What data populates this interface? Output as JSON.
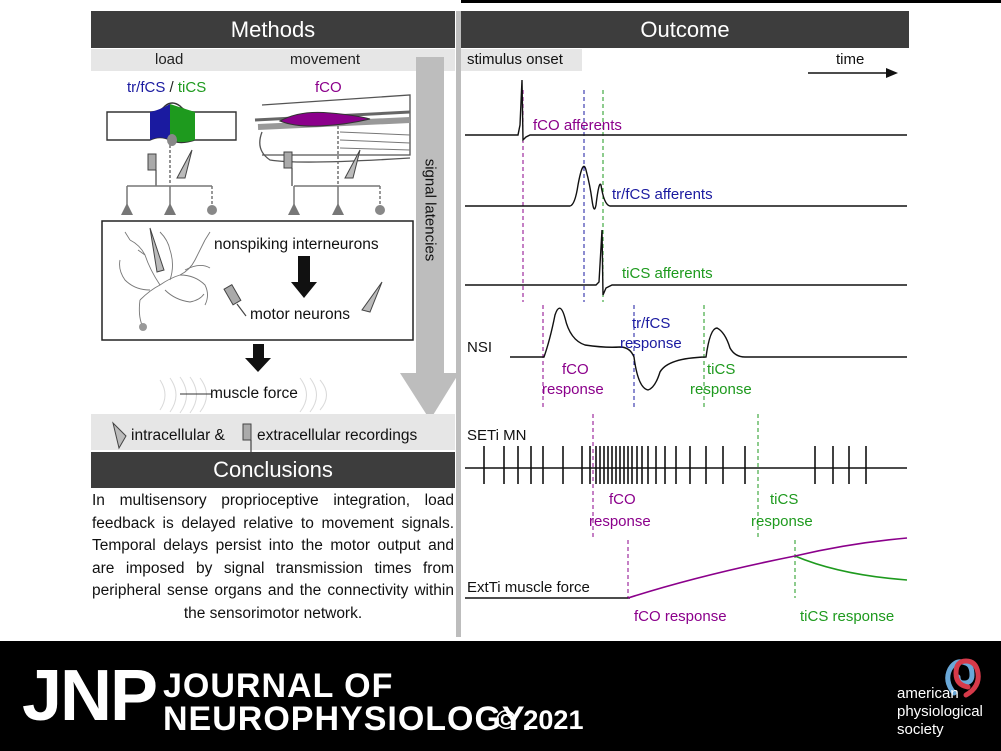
{
  "colors": {
    "fco": "#8b008b",
    "trfcs": "#1a1aa0",
    "tics": "#1e9a1e",
    "header_bg": "#3d3d3d",
    "subbar_bg": "#e6e6e6",
    "footer_bg": "#000000"
  },
  "methods": {
    "title": "Methods",
    "col_load": "load",
    "col_movement": "movement",
    "label_trfcs": "tr/fCS",
    "label_sep": " / ",
    "label_tics": "tiCS",
    "label_fco": "fCO",
    "signal_latencies": "signal latencies",
    "nonspiking_interneurons": "nonspiking interneurons",
    "motor_neurons": "motor neurons",
    "muscle_force": "muscle force",
    "recordings_intra": "intracellular &",
    "recordings_extra": "extracellular recordings"
  },
  "outcome": {
    "title": "Outcome",
    "stimulus_onset": "stimulus onset",
    "time_label": "time",
    "fco_afferents": "fCO afferents",
    "trfcs_afferents": "tr/fCS afferents",
    "tics_afferents": "tiCS afferents",
    "nsi": "NSI",
    "nsi_fco_resp_1": "fCO",
    "nsi_fco_resp_2": "response",
    "nsi_trfcs_resp_1": "tr/fCS",
    "nsi_trfcs_resp_2": "response",
    "nsi_tics_resp_1": "tiCS",
    "nsi_tics_resp_2": "response",
    "seti": "SETi MN",
    "seti_fco_1": "fCO",
    "seti_fco_2": "response",
    "seti_tics_1": "tiCS",
    "seti_tics_2": "response",
    "extti": "ExtTi muscle force",
    "extti_fco": "fCO response",
    "extti_tics": "tiCS response"
  },
  "conclusions": {
    "title": "Conclusions",
    "text": "In multisensory proprioceptive integration, load feedback is delayed relative to movement signals. Temporal delays persist into the motor output and are imposed by signal transmission times from peripheral sense organs and the connectivity within the sensorimotor network."
  },
  "footer": {
    "logo_letters": "JNP",
    "journal_line1": "JOURNAL OF",
    "journal_line2": "NEUROPHYSIOLOGY.",
    "year": "© 2021",
    "society_line1": "american",
    "society_line2": "physiological",
    "society_line3": "society"
  }
}
